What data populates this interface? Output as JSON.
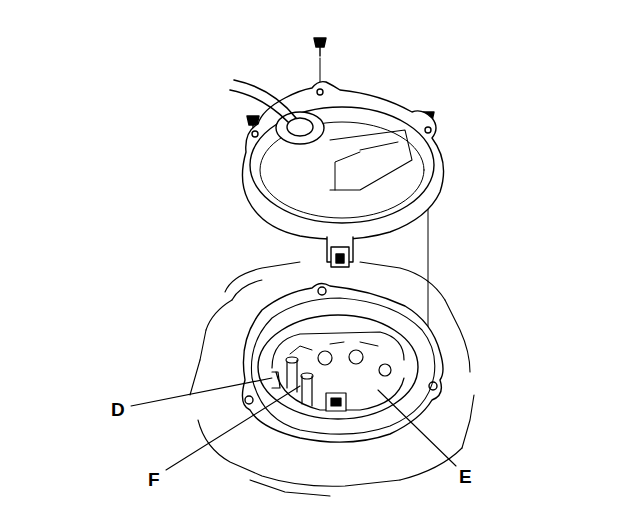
{
  "diagram": {
    "labels": [
      "D",
      "F",
      "E"
    ]
  }
}
